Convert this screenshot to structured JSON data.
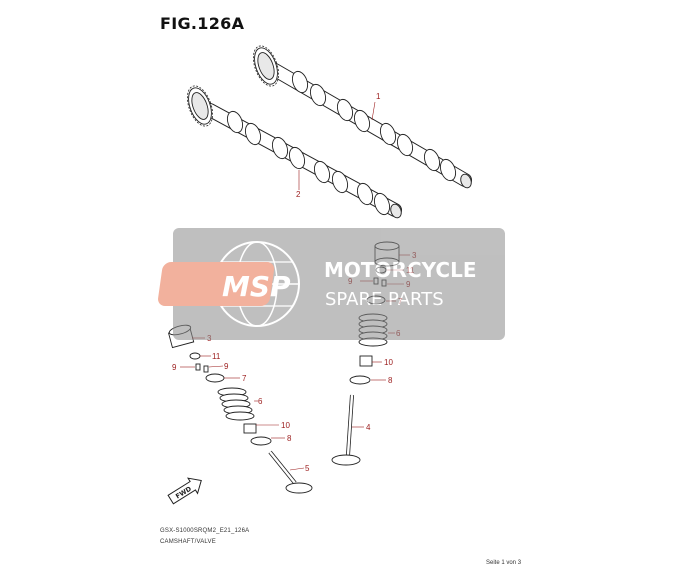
{
  "figure": {
    "title": "FIG.126A"
  },
  "footer": {
    "code": "GSX-S1000SRQM2_E21_126A",
    "name": "CAMSHAFT/VALVE",
    "page": "Seite 1 von 3"
  },
  "watermark": {
    "logo_text": "MSP",
    "line1": "MOTORCYCLE",
    "line2": "SPARE PARTS"
  },
  "callouts": {
    "c1": "1",
    "c2": "2",
    "c3a": "3",
    "c11a": "11",
    "c9a1": "9",
    "c9a2": "9",
    "c7a": "7",
    "c6a": "6",
    "c10a": "10",
    "c8a": "8",
    "c4": "4",
    "c3b": "3",
    "c11b": "11",
    "c9b1": "9",
    "c9b2": "9",
    "c7b": "7",
    "c6b": "6",
    "c10b": "10",
    "c8b": "8",
    "c5": "5"
  },
  "direction_label": "FWD",
  "colors": {
    "callout": "#9b1c1c",
    "watermark_panel": "#8c8c8c",
    "watermark_logo": "#e8734e"
  }
}
